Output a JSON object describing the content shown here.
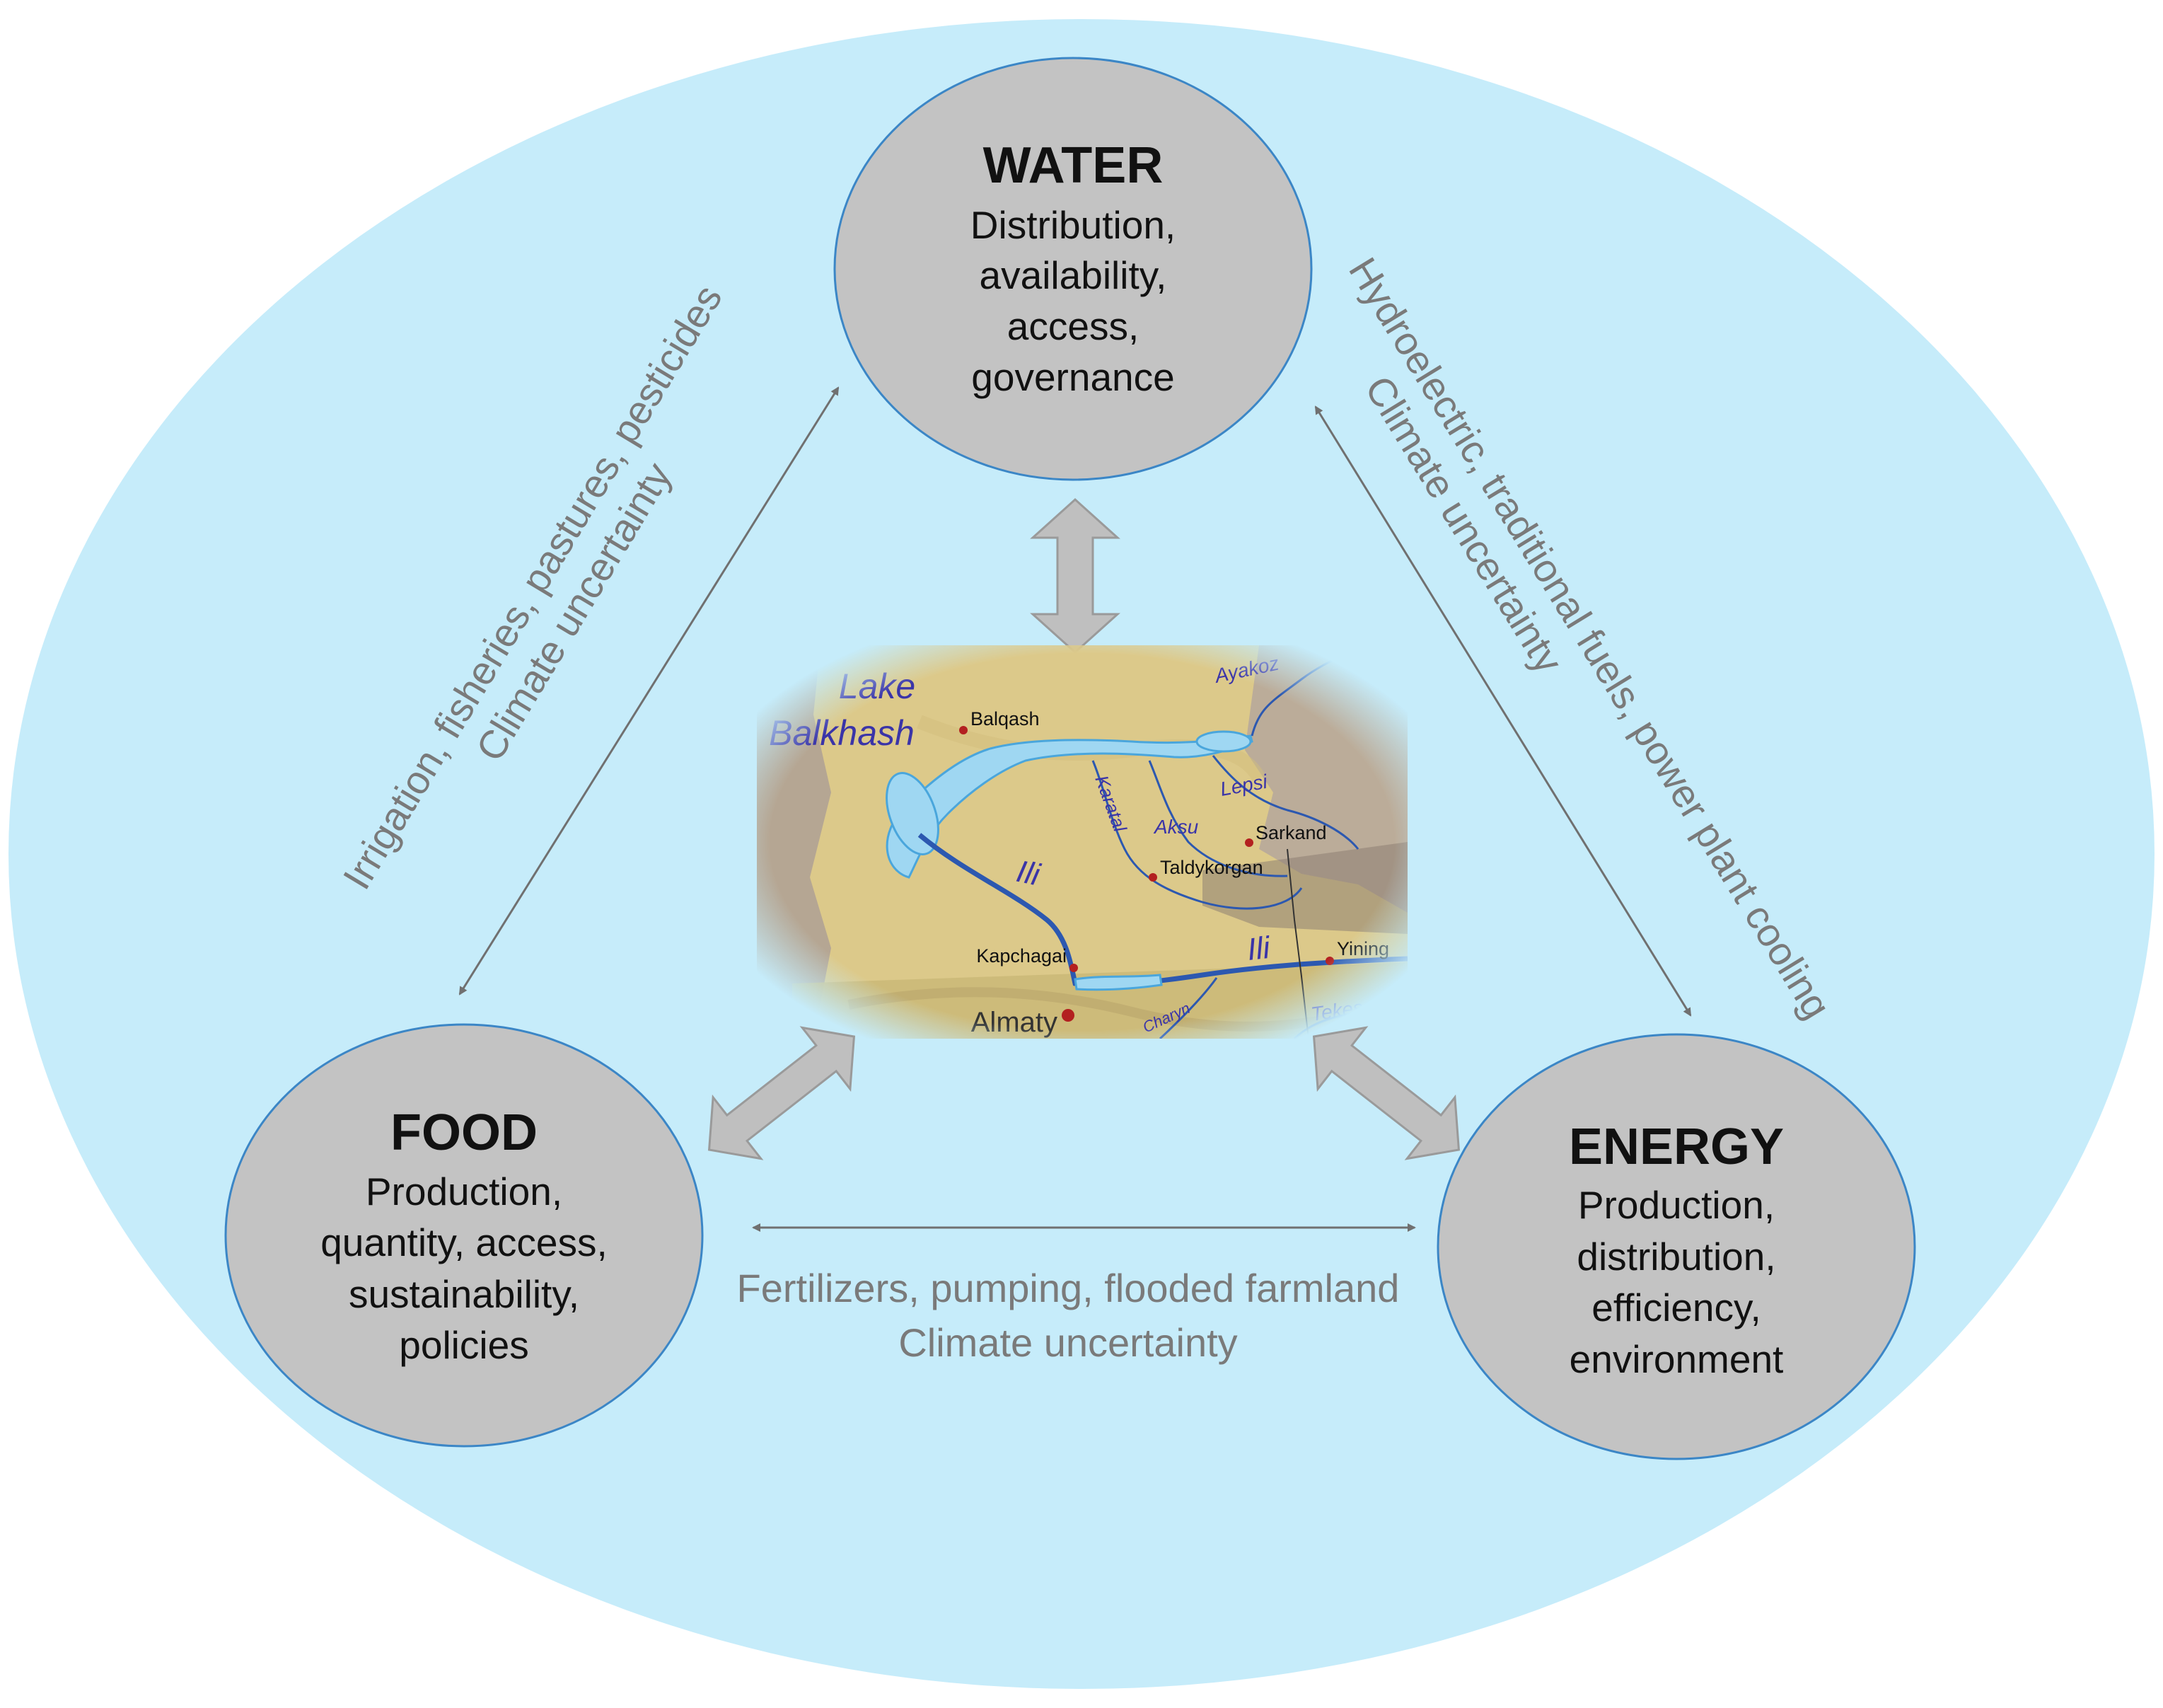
{
  "colors": {
    "background_ellipse": "#c6ecfa",
    "node_fill": "#c3c3c3",
    "node_stroke": "#3b86c6",
    "connector": "#707070",
    "link_text": "#7a7a7a",
    "map_land": "#dcc98a",
    "map_mountains": "#a9988a",
    "map_water": "#9fd7f2",
    "map_river": "#2c58b0",
    "map_city": "#b32020"
  },
  "nodes": {
    "water": {
      "title": "WATER",
      "lines": [
        "Distribution,",
        "availability,",
        "access,",
        "governance"
      ]
    },
    "food": {
      "title": "FOOD",
      "lines": [
        "Production,",
        "quantity, access,",
        "sustainability,",
        "policies"
      ]
    },
    "energy": {
      "title": "ENERGY",
      "lines": [
        "Production,",
        "distribution,",
        "efficiency,",
        "environment"
      ]
    }
  },
  "links": {
    "food_water": {
      "line1": "Irrigation, fisheries, pastures, pesticides",
      "line2": "Climate uncertainty"
    },
    "water_energy": {
      "line1": "Hydroelectric, traditional fuels, power plant cooling",
      "line2": "Climate uncertainty"
    },
    "food_energy": {
      "line1": "Fertilizers, pumping, flooded farmland",
      "line2": "Climate uncertainty"
    }
  },
  "map": {
    "lake": [
      "Lake",
      "Balkhash"
    ],
    "rivers": {
      "ayakoz": "Ayakoz",
      "lepsi": "Lepsi",
      "karatal": "Karatal",
      "aksu": "Aksu",
      "ili_main": "Ili",
      "ili_east": "Ili",
      "charyn": "Charyn",
      "tekes": "Tekes"
    },
    "cities": {
      "balqash": "Balqash",
      "sarkand": "Sarkand",
      "taldykorgan": "Taldykorgan",
      "kapchagai": "Kapchagai",
      "yining": "Yining",
      "almaty": "Almaty"
    }
  }
}
